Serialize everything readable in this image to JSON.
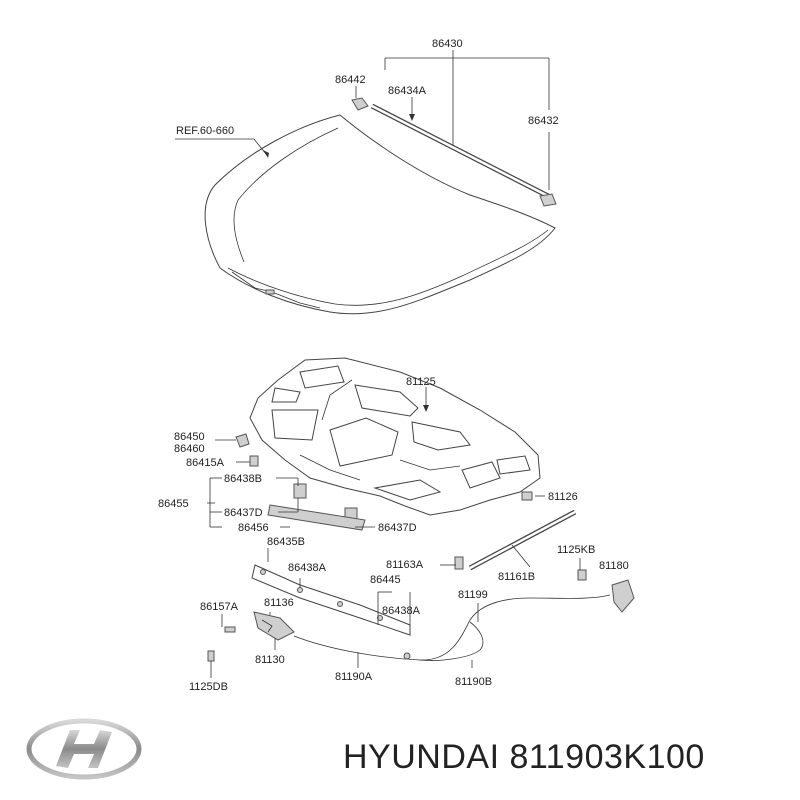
{
  "labels": {
    "l86430": "86430",
    "l86442": "86442",
    "l86434A": "86434A",
    "l86432": "86432",
    "lref": "REF.60-660",
    "l81125": "81125",
    "l86450": "86450",
    "l86460": "86460",
    "l86415A": "86415A",
    "l86438B": "86438B",
    "l86455": "86455",
    "l86437D_l": "86437D",
    "l86456": "86456",
    "l86437D_r": "86437D",
    "l81126": "81126",
    "l86435B": "86435B",
    "l86438A_l": "86438A",
    "l81163A": "81163A",
    "l1125KB": "1125KB",
    "l81180": "81180",
    "l86445": "86445",
    "l81161B": "81161B",
    "l86157A": "86157A",
    "l81136": "81136",
    "l81199": "81199",
    "l86438A_r": "86438A",
    "l81130": "81130",
    "l81190A": "81190A",
    "l81190B": "81190B",
    "l1125DB": "1125DB"
  },
  "footer": {
    "brand_text": "HYUNDAI 811903K100"
  },
  "logo_icon": "hyundai-logo-icon"
}
